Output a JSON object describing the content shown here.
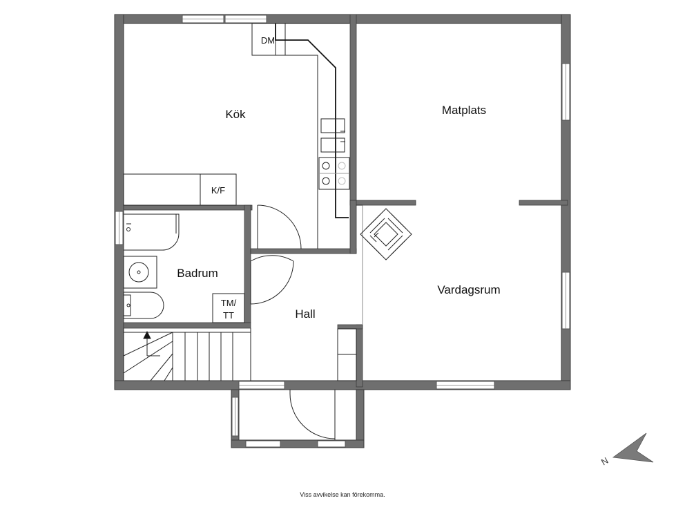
{
  "rooms": {
    "kok": "Kök",
    "matplats": "Matplats",
    "vardagsrum": "Vardagsrum",
    "badrum": "Badrum",
    "hall": "Hall"
  },
  "appliances": {
    "dishwasher": "DM",
    "fridge_freezer": "K/F",
    "washer_line1": "TM/",
    "washer_line2": "TT"
  },
  "compass": {
    "north_label": "N"
  },
  "footer": {
    "disclaimer": "Viss avvikelse kan förekomma."
  },
  "colors": {
    "wall": "#6f6f6f",
    "wall_outline": "#3a3a3a",
    "line": "#222222"
  }
}
